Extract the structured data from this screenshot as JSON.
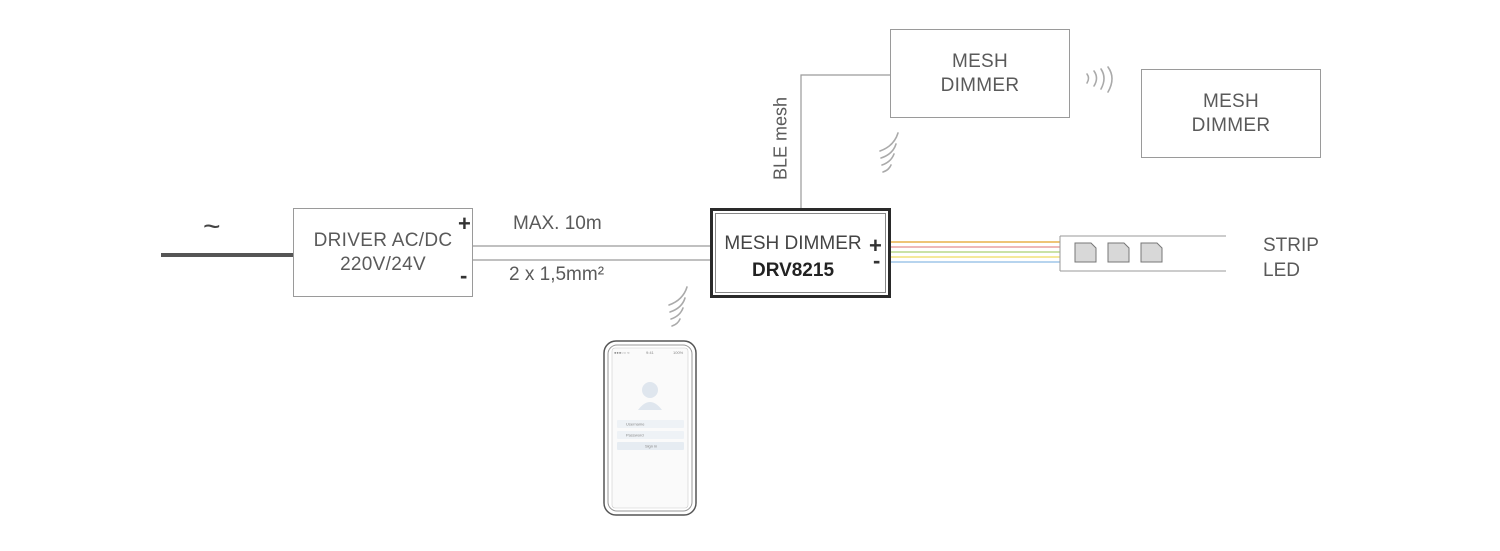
{
  "power": {
    "symbol": "~"
  },
  "driver": {
    "line1": "DRIVER AC/DC",
    "line2": "220V/24V",
    "plus": "+",
    "minus": "-"
  },
  "cable": {
    "length": "MAX. 10m",
    "section": "2 x 1,5mm²"
  },
  "dimmer": {
    "line1": "MESH DIMMER",
    "line2": "DRV8215",
    "plus": "+",
    "minus": "-"
  },
  "ble": {
    "label": "BLE mesh"
  },
  "mesh_dimmer_1": {
    "line1": "MESH",
    "line2": "DIMMER"
  },
  "mesh_dimmer_2": {
    "line1": "MESH",
    "line2": "DIMMER"
  },
  "strip": {
    "line1": "STRIP",
    "line2": "LED"
  },
  "phone": {
    "status_left": "●●●○○ ≈",
    "status_time": "9:41",
    "status_right": "100%",
    "username_placeholder": "Username",
    "password_placeholder": "Password",
    "signin_label": "Sign in"
  },
  "colors": {
    "strip_wires": [
      "#e8b04a",
      "#e9a0a0",
      "#b9d98a",
      "#f2e27a",
      "#9fc6e8"
    ],
    "line": "#9a9a9a",
    "mains": "#555555"
  }
}
